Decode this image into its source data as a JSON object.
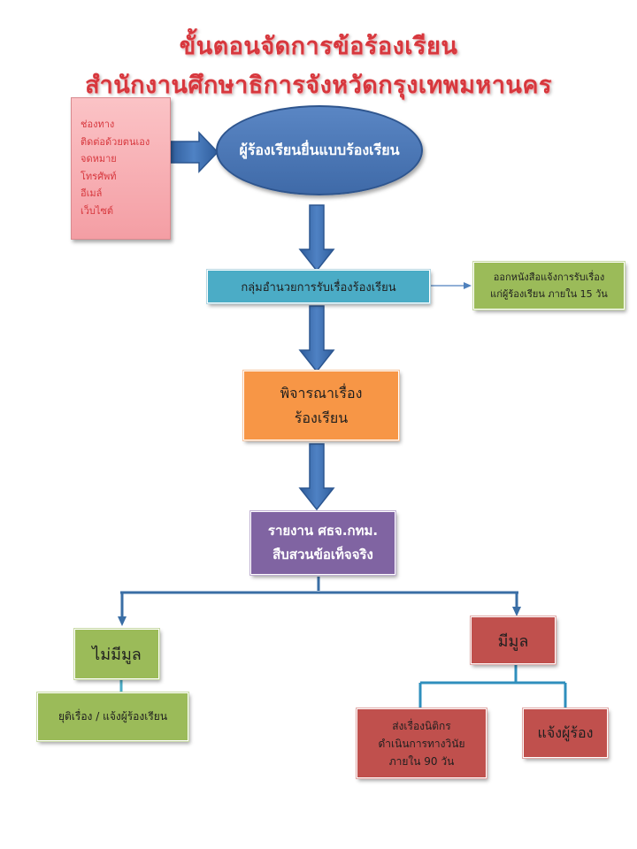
{
  "title": {
    "line1": "ขั้นตอนจัดการข้อร้องเรียน",
    "line2": "สำนักงานศึกษาธิการจังหวัดกรุงเทพมหานคร"
  },
  "channels": {
    "items": [
      "ช่องทาง",
      "ติดต่อด้วยตนเอง",
      "จดหมาย",
      "โทรศัพท์",
      "อีเมล์",
      "เว็บไซต์"
    ]
  },
  "nodes": {
    "submit": "ผู้ร้องเรียนยื่นแบบร้องเรียน",
    "receive": "กลุ่มอำนวยการรับเรื่องร้องเรียน",
    "notify_receipt": [
      "ออกหนังสือแจ้งการรับเรื่อง",
      "แก่ผู้ร้องเรียน ภายใน 15 วัน"
    ],
    "consider": [
      "พิจารณาเรื่อง",
      "ร้องเรียน"
    ],
    "report": [
      "รายงาน ศธจ.กทม.",
      "สืบสวนข้อเท็จจริง"
    ],
    "no_merit": "ไม่มีมูล",
    "close_case": "ยุติเรื่อง / แจ้งผู้ร้องเรียน",
    "has_merit": "มีมูล",
    "legal": [
      "ส่งเรื่องนิติกร",
      "ดำเนินการทางวินัย",
      "ภายใน 90 วัน"
    ],
    "notify_complainant": "แจ้งผู้ร้อง"
  },
  "colors": {
    "title": "#d7373d",
    "channels_bg": "#f7a6ab",
    "ellipse": "#4a76b5",
    "teal": "#4bacc6",
    "green": "#9bbb59",
    "orange": "#f79646",
    "purple": "#8064a2",
    "red": "#c0504d",
    "arrow": "#3f6fb0"
  }
}
